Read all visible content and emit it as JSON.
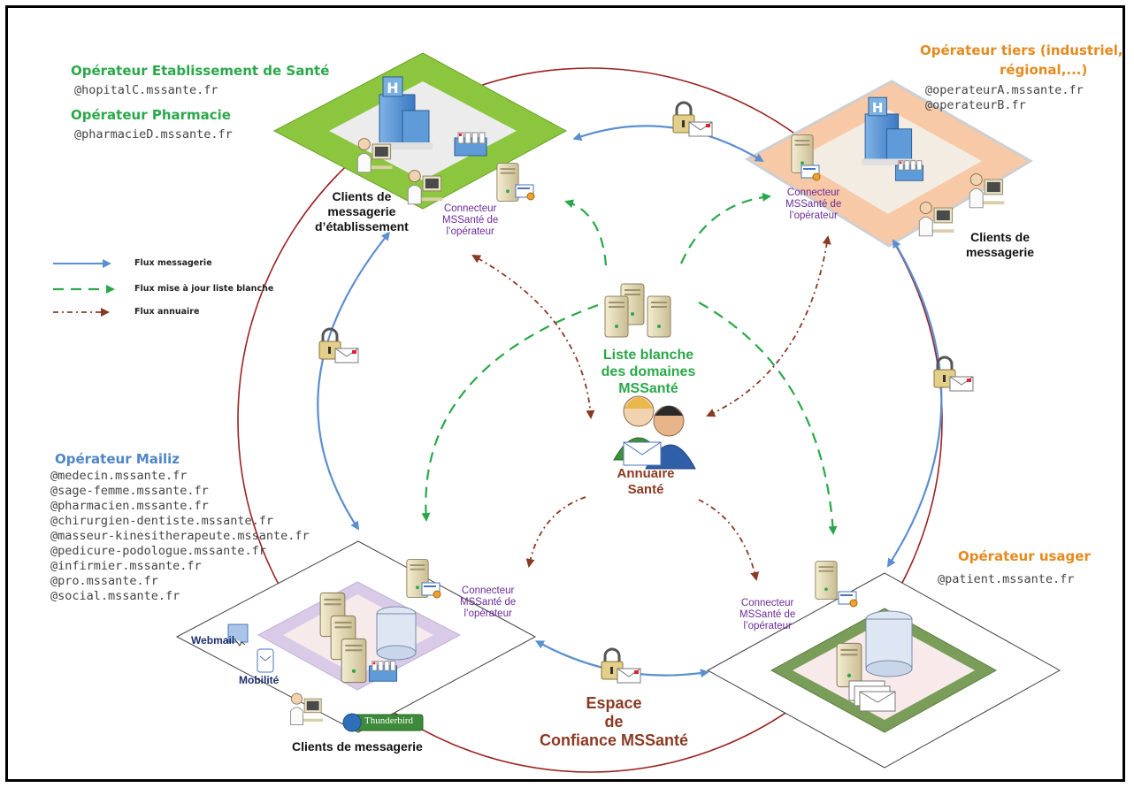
{
  "operators": {
    "etablissement": {
      "title": "Opérateur Etablissement de Santé",
      "domain": "@hopitalC.mssante.fr"
    },
    "pharmacie": {
      "title": "Opérateur Pharmacie",
      "domain": "@pharmacieD.mssante.fr"
    },
    "tiers": {
      "title_line1": "Opérateur tiers (industriel,",
      "title_line2": "régional,...)",
      "domains": [
        "@operateurA.mssante.fr",
        "@operateurB.fr"
      ]
    },
    "mailiz": {
      "title": "Opérateur Mailiz",
      "domains": [
        "@medecin.mssante.fr",
        "@sage-femme.mssante.fr",
        "@pharmacien.mssante.fr",
        "@chirurgien-dentiste.mssante.fr",
        "@masseur-kinesitherapeute.mssante.fr",
        "@pedicure-podologue.mssante.fr",
        "@infirmier.mssante.fr",
        "@pro.mssante.fr",
        "@social.mssante.fr"
      ]
    },
    "usager": {
      "title": "Opérateur usager",
      "domain": "@patient.mssante.fr"
    }
  },
  "clients": {
    "etablissement": [
      "Clients de",
      "messagerie",
      "d’établissement"
    ],
    "tiers": [
      "Clients de",
      "messagerie"
    ],
    "mailiz": "Clients de messagerie"
  },
  "connecteur": [
    "Connecteur",
    "MSSanté de",
    "l’opérateur"
  ],
  "legend": {
    "messagerie": "Flux messagerie",
    "liste": "Flux mise à jour liste blanche",
    "annuaire": "Flux annuaire"
  },
  "center": {
    "liste": [
      "Liste blanche",
      "des domaines",
      "MSSanté"
    ],
    "annuaire": [
      "Annuaire",
      "Santé"
    ],
    "espace": [
      "Espace",
      "de",
      "Confiance MSSanté"
    ]
  },
  "apps": {
    "webmail": "Webmail",
    "mobilite": "Mobilité",
    "thunderbird": "Thunderbird"
  },
  "colors": {
    "messagerie": "#5b8fd0",
    "liste": "#2aa84a",
    "annuaire": "#8b3a22",
    "circle": "#9b2222"
  }
}
